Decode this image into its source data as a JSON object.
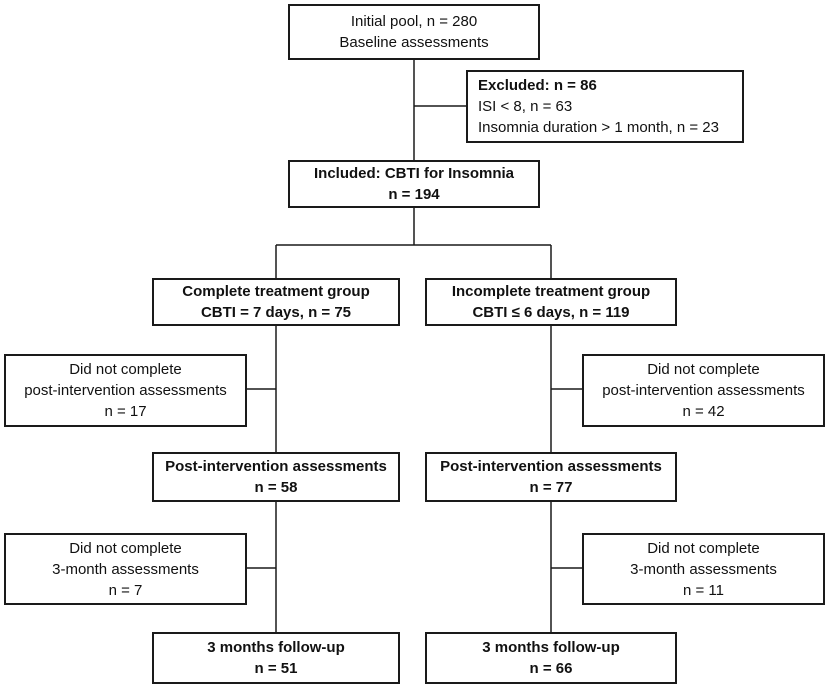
{
  "initial": {
    "line1": "Initial pool, n = 280",
    "line2": "Baseline assessments"
  },
  "excluded": {
    "line1": "Excluded: n = 86",
    "line2": "ISI < 8, n = 63",
    "line3": "Insomnia duration > 1 month, n = 23"
  },
  "included": {
    "line1": "Included: CBTI for Insomnia",
    "line2": "n = 194"
  },
  "complete": {
    "group": {
      "line1": "Complete treatment group",
      "line2": "CBTI = 7 days, n = 75"
    },
    "dropout_post": {
      "line1": "Did not complete",
      "line2": "post-intervention assessments",
      "line3": "n = 17"
    },
    "post": {
      "line1": "Post-intervention assessments",
      "line2": "n = 58"
    },
    "dropout_3m": {
      "line1": "Did not complete",
      "line2": "3-month assessments",
      "line3": "n = 7"
    },
    "followup": {
      "line1": "3 months follow-up",
      "line2": "n = 51"
    }
  },
  "incomplete": {
    "group": {
      "line1": "Incomplete treatment group",
      "line2": "CBTI ≤ 6 days, n = 119"
    },
    "dropout_post": {
      "line1": "Did not complete",
      "line2": "post-intervention assessments",
      "line3": "n = 42"
    },
    "post": {
      "line1": "Post-intervention assessments",
      "line2": "n = 77"
    },
    "dropout_3m": {
      "line1": "Did not complete",
      "line2": "3-month assessments",
      "line3": "n = 11"
    },
    "followup": {
      "line1": "3 months follow-up",
      "line2": "n = 66"
    }
  }
}
